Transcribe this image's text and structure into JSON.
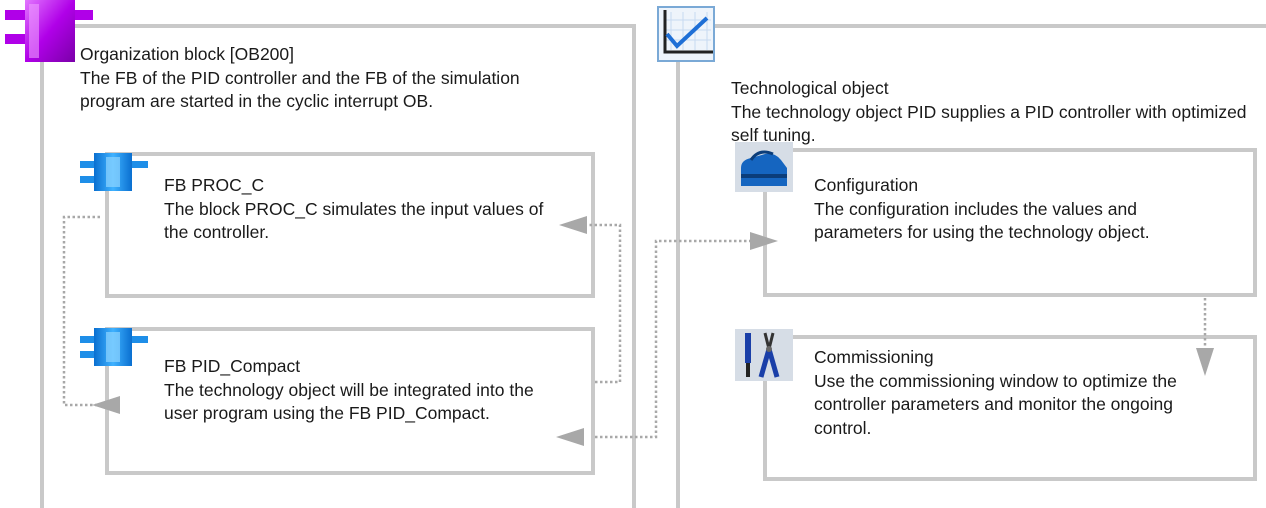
{
  "left_panel": {
    "title": "Organization block [OB200]",
    "description": "The FB of the PID controller and the FB of the simulation program are started in the cyclic interrupt OB.",
    "icon": "organization-block-icon"
  },
  "right_panel": {
    "title": "Technological object",
    "description": "The technology object PID supplies a PID controller with optimized self tuning.",
    "icon": "trend-chart-icon"
  },
  "boxes": {
    "proc_c": {
      "title": "FB PROC_C",
      "description": "The block PROC_C simulates the input values of the controller.",
      "icon": "function-block-icon"
    },
    "pid_compact": {
      "title": "FB PID_Compact",
      "description": "The technology object will be integrated into the user program using the FB PID_Compact.",
      "icon": "function-block-icon"
    },
    "configuration": {
      "title": "Configuration",
      "description": "The configuration includes the values and parameters for using the technology object.",
      "icon": "toolbox-icon"
    },
    "commissioning": {
      "title": "Commissioning",
      "description": "Use the commissioning window to optimize the controller parameters and monitor the ongoing control.",
      "icon": "tools-icon"
    }
  },
  "colors": {
    "frame": "#c9c9c9",
    "connector": "#a8a8a8",
    "ob_icon": "#b000e8",
    "fb_icon": "#1e8ee8"
  }
}
